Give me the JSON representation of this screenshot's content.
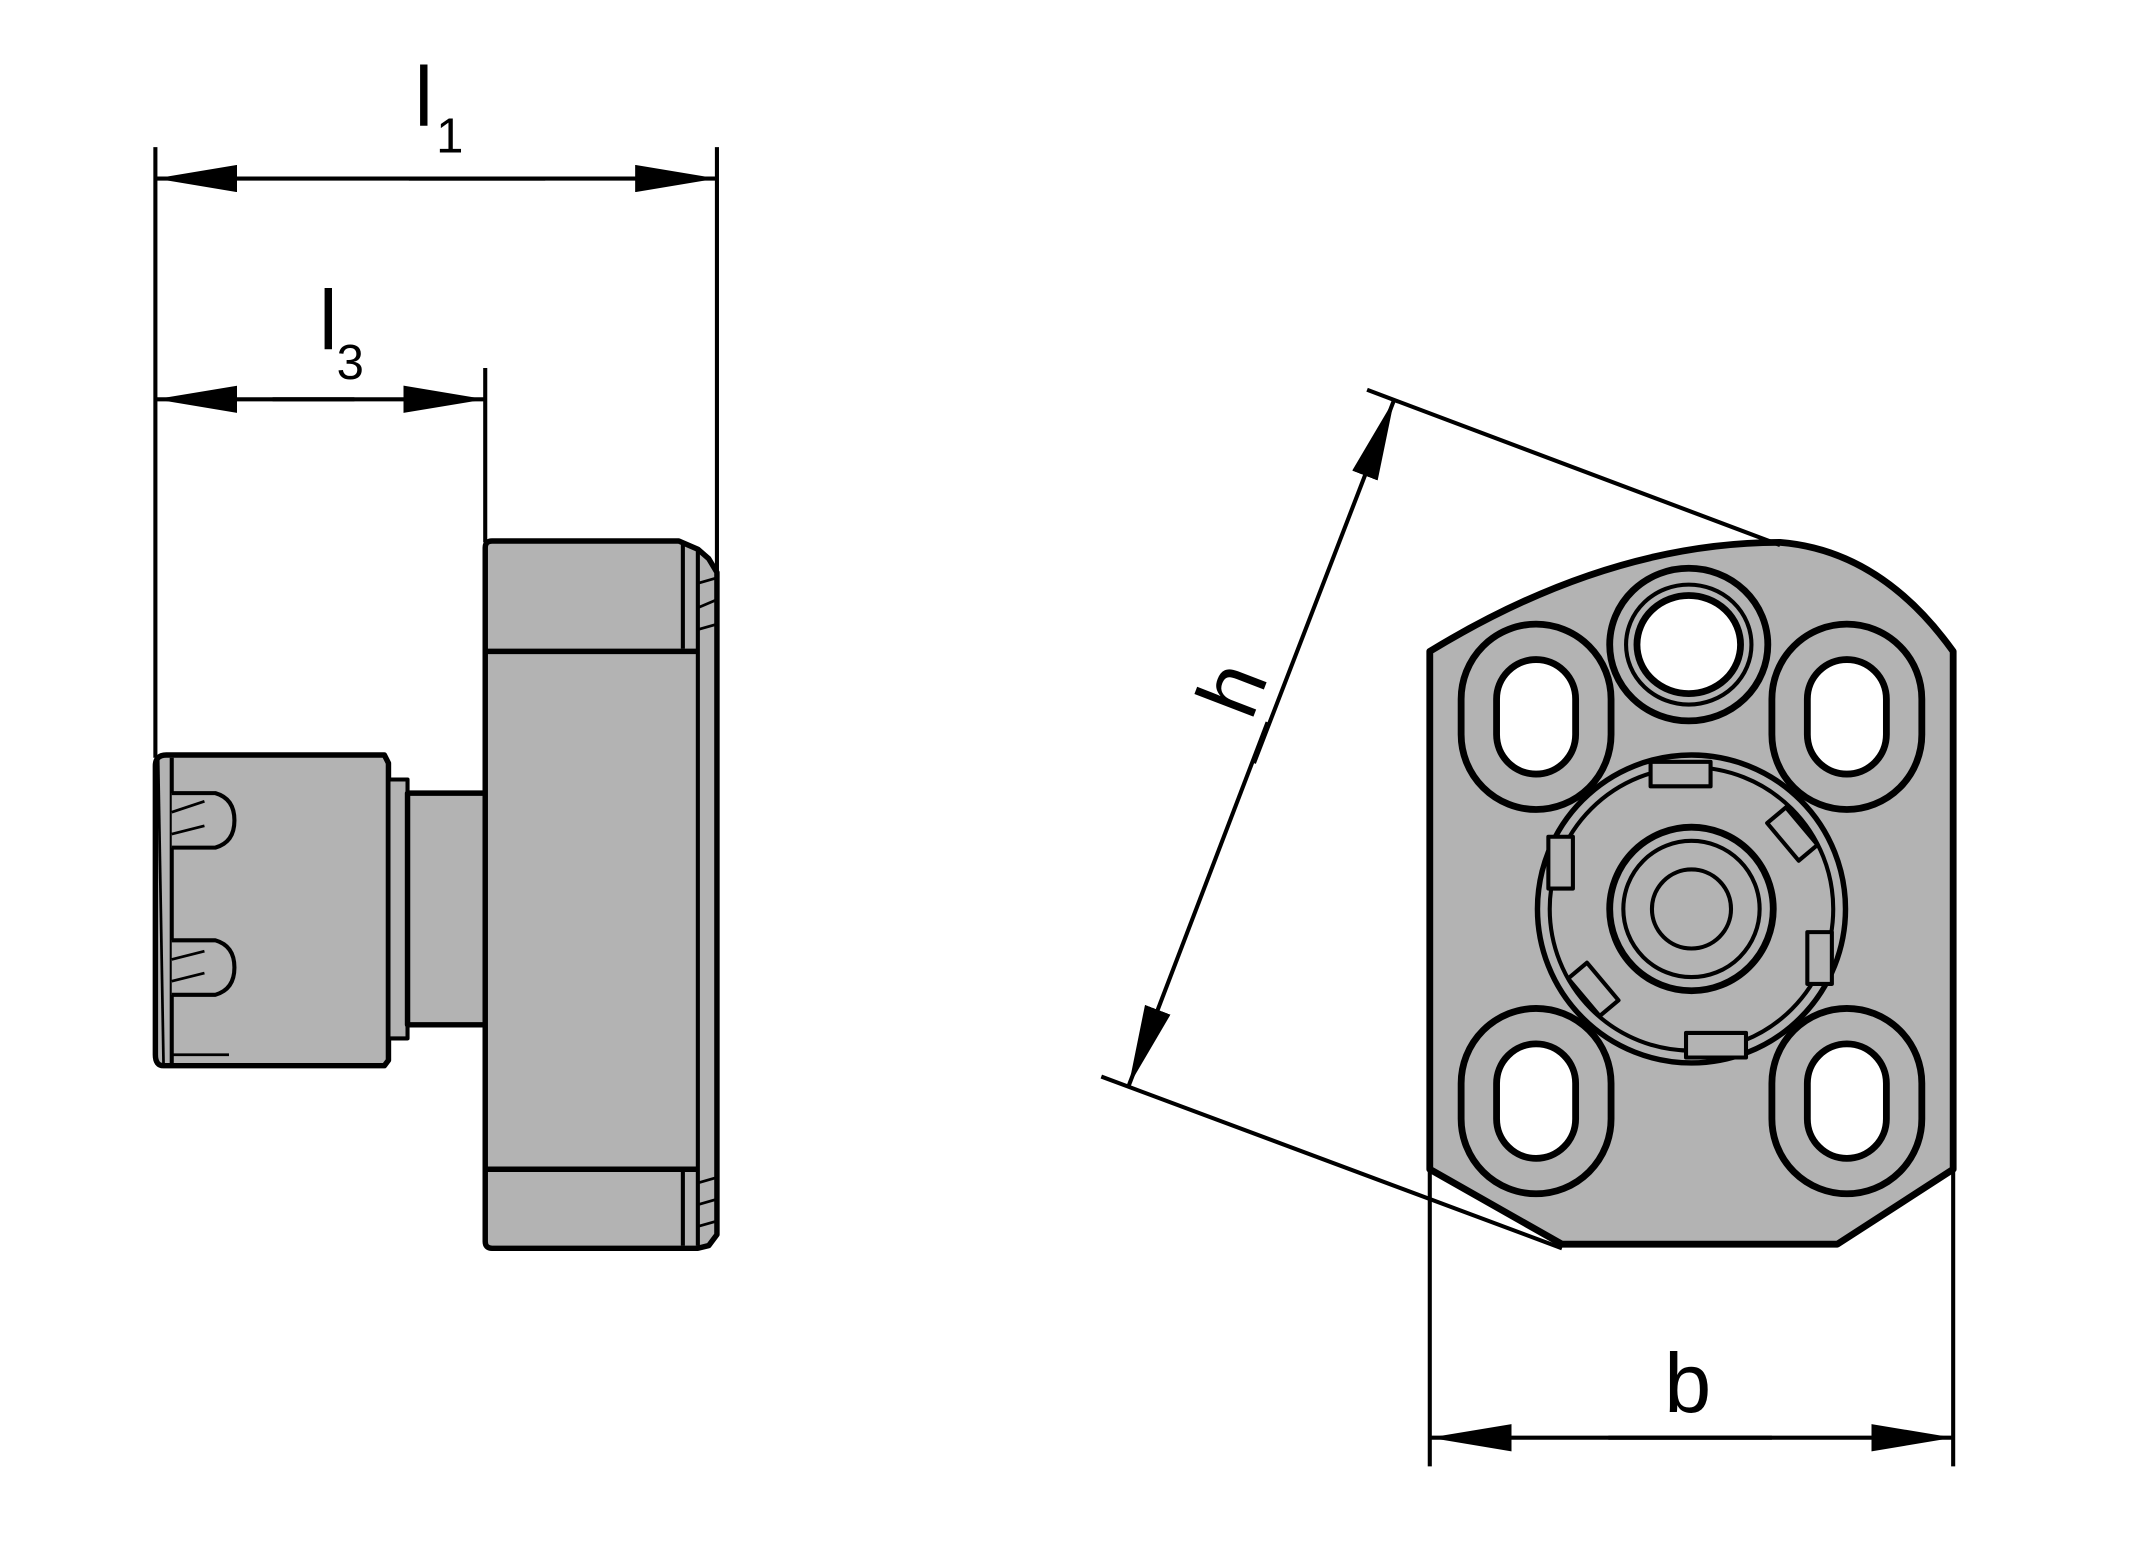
{
  "dimensions": {
    "l1": {
      "main": "l",
      "sub": "1"
    },
    "l3": {
      "main": "l",
      "sub": "3"
    },
    "h": {
      "main": "h"
    },
    "b": {
      "main": "b"
    }
  },
  "colors": {
    "part_fill": "#b3b3b3",
    "line": "#000000",
    "background": "#ffffff"
  }
}
